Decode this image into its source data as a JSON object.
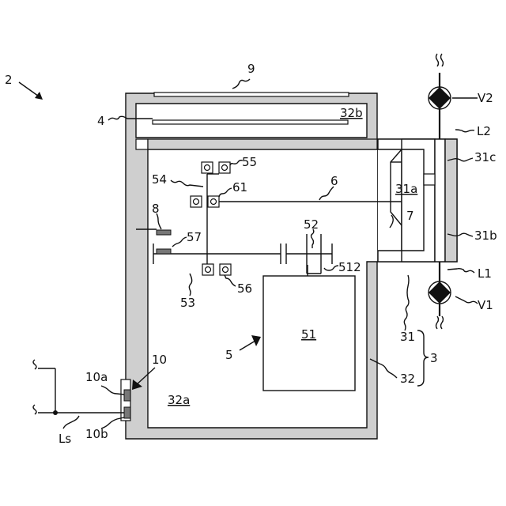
{
  "labels": {
    "device": "2",
    "n9": "9",
    "n4": "4",
    "chamber_b": "32b",
    "v2": "V2",
    "l2": "L2",
    "n31c": "31c",
    "n55": "55",
    "n54": "54",
    "n61": "61",
    "n6": "6",
    "chamber_31a": "31a",
    "n7": "7",
    "n31b": "31b",
    "n8": "8",
    "n57": "57",
    "n52": "52",
    "n512": "512",
    "l1": "L1",
    "v1": "V1",
    "n53": "53",
    "n56": "56",
    "n51": "51",
    "n5": "5",
    "n31": "31",
    "n3": "3",
    "n10": "10",
    "n10a": "10a",
    "chamber_a": "32a",
    "n32": "32",
    "n10b": "10b",
    "ls": "Ls"
  }
}
